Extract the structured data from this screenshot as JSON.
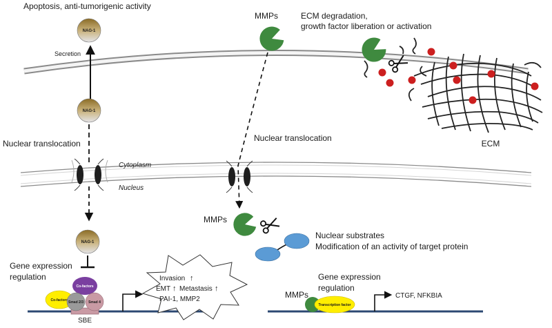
{
  "labels": {
    "apoptosis": "Apoptosis, anti-tumorigenic activity",
    "secretion": "Secretion",
    "nag1": "NAG-1",
    "nuclear_translocation": "Nuclear translocation",
    "cytoplasm": "Cytoplasm",
    "nucleus": "Nucleus",
    "gene_expression_line1": "Gene expression",
    "gene_expression_line2": "regulation",
    "mmps": "MMPs",
    "ecm_degradation_line1": "ECM degradation,",
    "ecm_degradation_line2": "growth factor liberation or activation",
    "ecm": "ECM",
    "nuclear_substrates_line1": "Nuclear substrates",
    "nuclear_substrates_line2": "Modification of an activity of target protein",
    "cofactors": "Co-factors",
    "cofactors_top": "Co-factors",
    "smad_a": "Smad 2/3",
    "smad_b": "Smad 4",
    "sbe": "SBE",
    "invasion": "Invasion",
    "emt": "EMT",
    "metastasis": "Metastasis",
    "pai_mmp": "PAI-1, MMP2",
    "transcription_factor": "Transcription factor",
    "ctgf": "CTGF, NFKBIA"
  },
  "colors": {
    "nag_gold": "#9c7a2e",
    "nag_silver": "#d8d8dc",
    "mmp_green": "#3f8a3f",
    "ecm_red": "#cc1f1f",
    "substrate_blue": "#5b9bd5",
    "cofactor_yellow": "#ffee00",
    "cofactor_purple": "#7a3fa0",
    "smad_grey": "#9a9a9a",
    "smad_pink": "#c99aa4",
    "dna_blue": "#2c4872"
  }
}
